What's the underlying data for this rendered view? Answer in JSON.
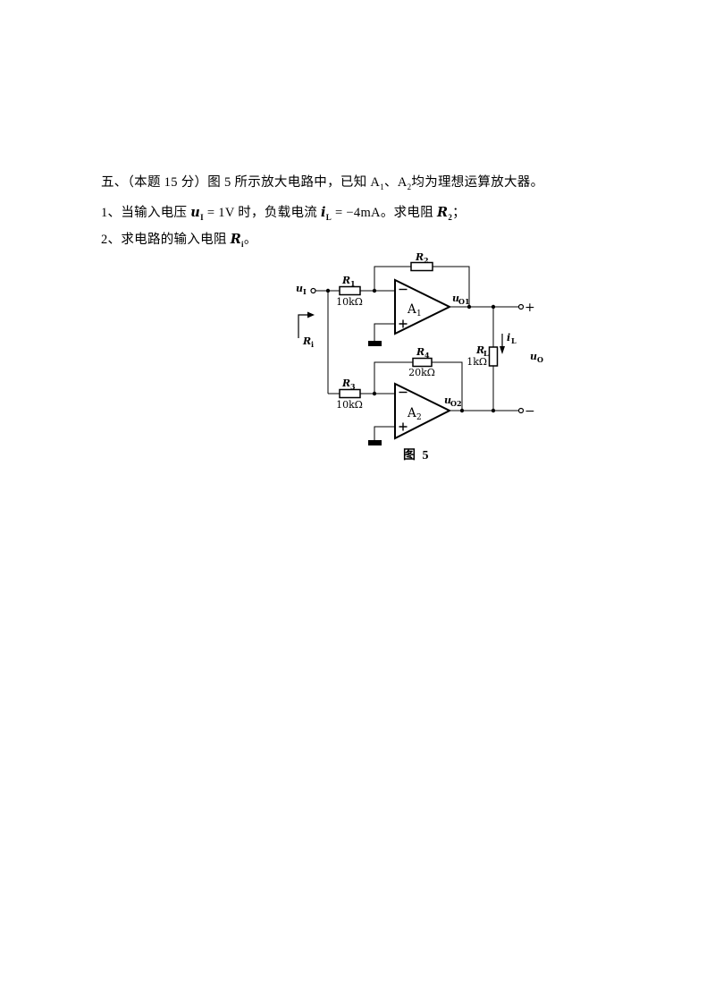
{
  "document": {
    "background": "#ffffff",
    "text_color": "#000000"
  },
  "problem": {
    "line1": {
      "t1": "五、（本题 15 分）图 5 所示放大电路中，已知 A",
      "s1": "1",
      "t2": "、A",
      "s2": "2",
      "t3": "均为理想运算放大器。"
    },
    "line2": {
      "t1": "1、当输入电压 ",
      "v1": "u",
      "v1sub": "I",
      "t2": " = 1V 时，负载电流 ",
      "v2": "i",
      "v2sub": "L",
      "t3": " = −4mA。求电阻 ",
      "v3": "R",
      "v3sub": "2",
      "t4": "；"
    },
    "line3": {
      "t1": "2、求电路的输入电阻 ",
      "v1": "R",
      "v1sub": "i",
      "t2": "。"
    }
  },
  "circuit": {
    "input": {
      "label": "u",
      "sub": "I"
    },
    "r1": {
      "name": "R",
      "sub": "1",
      "value": "10kΩ"
    },
    "r2": {
      "name": "R",
      "sub": "2"
    },
    "r3": {
      "name": "R",
      "sub": "3",
      "value": "10kΩ"
    },
    "r4": {
      "name": "R",
      "sub": "4",
      "value": "20kΩ"
    },
    "rl": {
      "name": "R",
      "sub": "L",
      "value": "1kΩ"
    },
    "ri": {
      "name": "R",
      "sub": "i"
    },
    "il": {
      "name": "i",
      "sub": "L"
    },
    "opamp1": {
      "name": "A",
      "sub": "1"
    },
    "opamp2": {
      "name": "A",
      "sub": "2"
    },
    "uo1": {
      "label": "u",
      "sub": "O1"
    },
    "uo2": {
      "label": "u",
      "sub": "O2"
    },
    "uo": {
      "label": "u",
      "sub": "O"
    },
    "terminal_plus": "+",
    "terminal_minus": "−"
  },
  "caption": "图 5"
}
